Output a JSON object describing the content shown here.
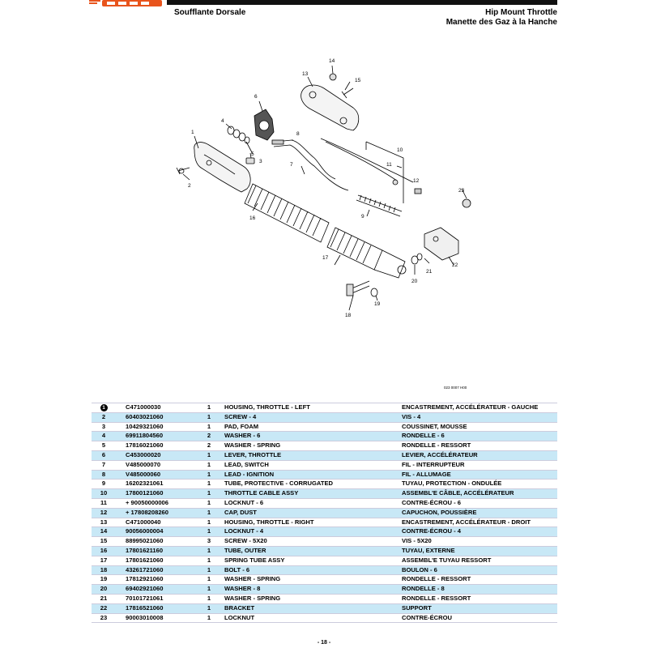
{
  "header": {
    "left_title": "Soufflante Dorsale",
    "right_title_line1": "Hip Mount Throttle",
    "right_title_line2": "Manette des Gaz à la Hanche"
  },
  "diagram": {
    "figure_code": "023 0007 H00",
    "callouts": [
      "1",
      "2",
      "3",
      "4",
      "5",
      "6",
      "7",
      "8",
      "9",
      "10",
      "11",
      "12",
      "13",
      "14",
      "15",
      "16",
      "17",
      "18",
      "19",
      "20",
      "21",
      "22",
      "23"
    ]
  },
  "parts": [
    {
      "no": "1",
      "part": "C471000030",
      "qty": "1",
      "en": "HOUSING, THROTTLE - LEFT",
      "fr": "ENCASTREMENT, ACCÉLÉRATEUR - GAUCHE"
    },
    {
      "no": "2",
      "part": "60403021060",
      "qty": "1",
      "en": "SCREW - 4",
      "fr": "VIS - 4"
    },
    {
      "no": "3",
      "part": "10429321060",
      "qty": "1",
      "en": "PAD, FOAM",
      "fr": "COUSSINET, MOUSSE"
    },
    {
      "no": "4",
      "part": "69911804560",
      "qty": "2",
      "en": "WASHER - 6",
      "fr": "RONDELLE - 6"
    },
    {
      "no": "5",
      "part": "17816021060",
      "qty": "2",
      "en": "WASHER - SPRING",
      "fr": "RONDELLE - RESSORT"
    },
    {
      "no": "6",
      "part": "C453000020",
      "qty": "1",
      "en": "LEVER, THROTTLE",
      "fr": "LEVIER, ACCÉLÉRATEUR"
    },
    {
      "no": "7",
      "part": "V485000070",
      "qty": "1",
      "en": "LEAD, SWITCH",
      "fr": "FIL - INTERRUPTEUR"
    },
    {
      "no": "8",
      "part": "V485000060",
      "qty": "1",
      "en": "LEAD - IGNITION",
      "fr": "FIL - ALLUMAGE"
    },
    {
      "no": "9",
      "part": "16202321061",
      "qty": "1",
      "en": "TUBE, PROTECTIVE - CORRUGATED",
      "fr": "TUYAU, PROTECTION - ONDULÉE"
    },
    {
      "no": "10",
      "part": "17800121060",
      "qty": "1",
      "en": "THROTTLE CABLE ASSY",
      "fr": "ASSEMBL'E CÂBLE, ACCÉLÉRATEUR"
    },
    {
      "no": "11",
      "part": "+ 90050000006",
      "qty": "1",
      "en": "LOCKNUT - 6",
      "fr": "CONTRE-ÉCROU - 6"
    },
    {
      "no": "12",
      "part": "+ 17808208260",
      "qty": "1",
      "en": "CAP, DUST",
      "fr": "CAPUCHON, POUSSIÈRE"
    },
    {
      "no": "13",
      "part": "C471000040",
      "qty": "1",
      "en": "HOUSING, THROTTLE - RIGHT",
      "fr": "ENCASTREMENT, ACCÉLÉRATEUR - DROIT"
    },
    {
      "no": "14",
      "part": "90056000004",
      "qty": "1",
      "en": "LOCKNUT - 4",
      "fr": "CONTRE-ÉCROU - 4"
    },
    {
      "no": "15",
      "part": "88995021060",
      "qty": "3",
      "en": "SCREW - 5X20",
      "fr": "VIS - 5X20"
    },
    {
      "no": "16",
      "part": "17801621160",
      "qty": "1",
      "en": "TUBE, OUTER",
      "fr": "TUYAU, EXTERNE"
    },
    {
      "no": "17",
      "part": "17801621060",
      "qty": "1",
      "en": "SPRING TUBE ASSY",
      "fr": "ASSEMBL'E TUYAU RESSORT"
    },
    {
      "no": "18",
      "part": "43261721060",
      "qty": "1",
      "en": "BOLT - 6",
      "fr": "BOULON - 6"
    },
    {
      "no": "19",
      "part": "17812921060",
      "qty": "1",
      "en": "WASHER - SPRING",
      "fr": "RONDELLE - RESSORT"
    },
    {
      "no": "20",
      "part": "69402921060",
      "qty": "1",
      "en": "WASHER - 8",
      "fr": "RONDELLE - 8"
    },
    {
      "no": "21",
      "part": "70101721061",
      "qty": "1",
      "en": "WASHER - SPRING",
      "fr": "RONDELLE - RESSORT"
    },
    {
      "no": "22",
      "part": "17816521060",
      "qty": "1",
      "en": "BRACKET",
      "fr": "SUPPORT"
    },
    {
      "no": "23",
      "part": "90003010008",
      "qty": "1",
      "en": "LOCKNUT",
      "fr": "CONTRE-ÉCROU"
    }
  ],
  "footer": {
    "page_number": "- 18 -"
  }
}
